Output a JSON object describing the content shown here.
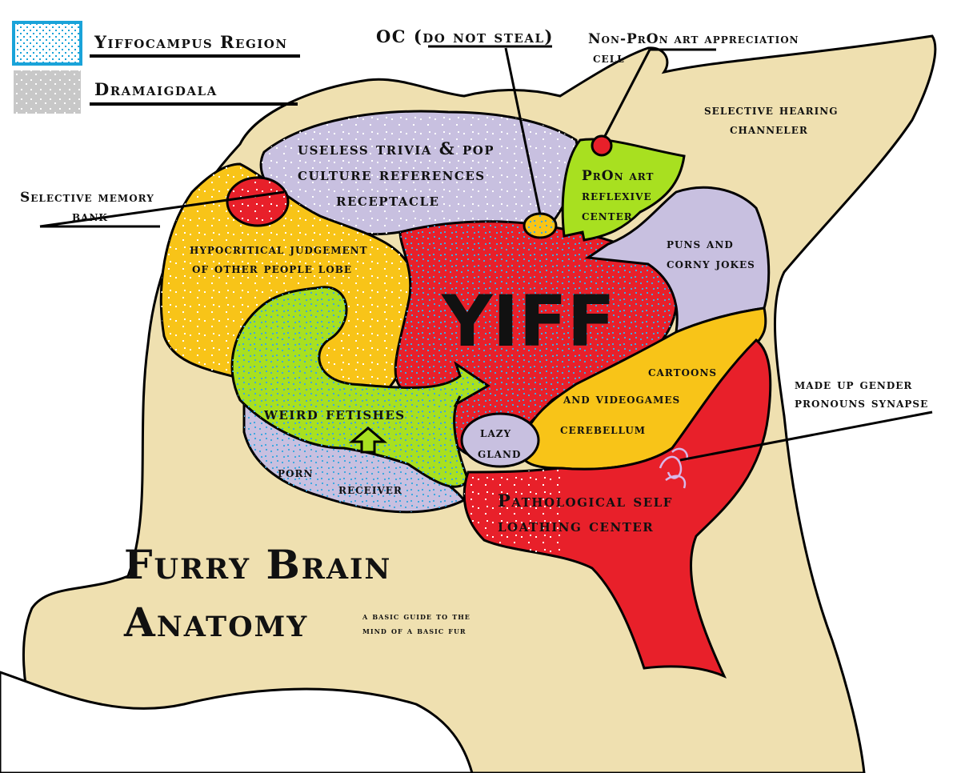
{
  "legend": {
    "items": [
      {
        "label": "Yiffocampus Region",
        "swatch_color": "#8fd3e8",
        "border_color": "#1aa3d9"
      },
      {
        "label": "Dramaigdala",
        "swatch_color": "#c8c8c8",
        "border_color": "#c8c8c8"
      }
    ]
  },
  "regions": {
    "useless_trivia": {
      "lines": [
        "useless trivia & pop",
        "culture references",
        "receptacle"
      ],
      "color": "#c8c0e0"
    },
    "selective_memory": {
      "lines": [
        "Selective memory",
        "bank"
      ],
      "color": "#e8202a"
    },
    "hypocritical": {
      "lines": [
        "hypocritical judgement",
        "of other people lobe"
      ],
      "color": "#f8c418"
    },
    "oc": {
      "label": "OC (do not steal)",
      "color": "#f8c418"
    },
    "non_pron": {
      "lines": [
        "Non-PrOn art appreciation",
        "cell"
      ],
      "color": "#e8202a"
    },
    "pron_reflexive": {
      "lines": [
        "PrOn art",
        "reflexive",
        "center"
      ],
      "color": "#a8e020"
    },
    "selective_hearing": {
      "lines": [
        "selective hearing",
        "channeler"
      ]
    },
    "puns": {
      "lines": [
        "puns and",
        "corny jokes"
      ],
      "color": "#c8c0e0"
    },
    "yiff": {
      "label": "YIFF",
      "color": "#e8202a"
    },
    "cartoons": {
      "lines": [
        "cartoons",
        "and videogames",
        "cerebellum"
      ],
      "color": "#f8c418"
    },
    "gender_pronouns": {
      "lines": [
        "made up gender",
        "pronouns synapse"
      ],
      "color": "#d8b8e8"
    },
    "weird_fetishes": {
      "label": "weird fetishes",
      "color": "#a8e020"
    },
    "lazy_gland": {
      "lines": [
        "lazy",
        "gland"
      ],
      "color": "#c8c0e0"
    },
    "porn_receiver": {
      "lines": [
        "porn",
        "receiver"
      ],
      "color": "#c8c0e0"
    },
    "self_loathing": {
      "lines": [
        "Pathological self",
        "loathing center"
      ],
      "color": "#e8202a"
    }
  },
  "title": {
    "lines": [
      "Furry Brain",
      "Anatomy"
    ]
  },
  "subtitle": {
    "lines": [
      "a basic guide to the",
      "mind of a basic fur"
    ]
  },
  "colors": {
    "head": "#efe0b0",
    "outline": "#000000",
    "speckle_blue": "#4ab0e0",
    "speckle_white": "#ffffff"
  }
}
